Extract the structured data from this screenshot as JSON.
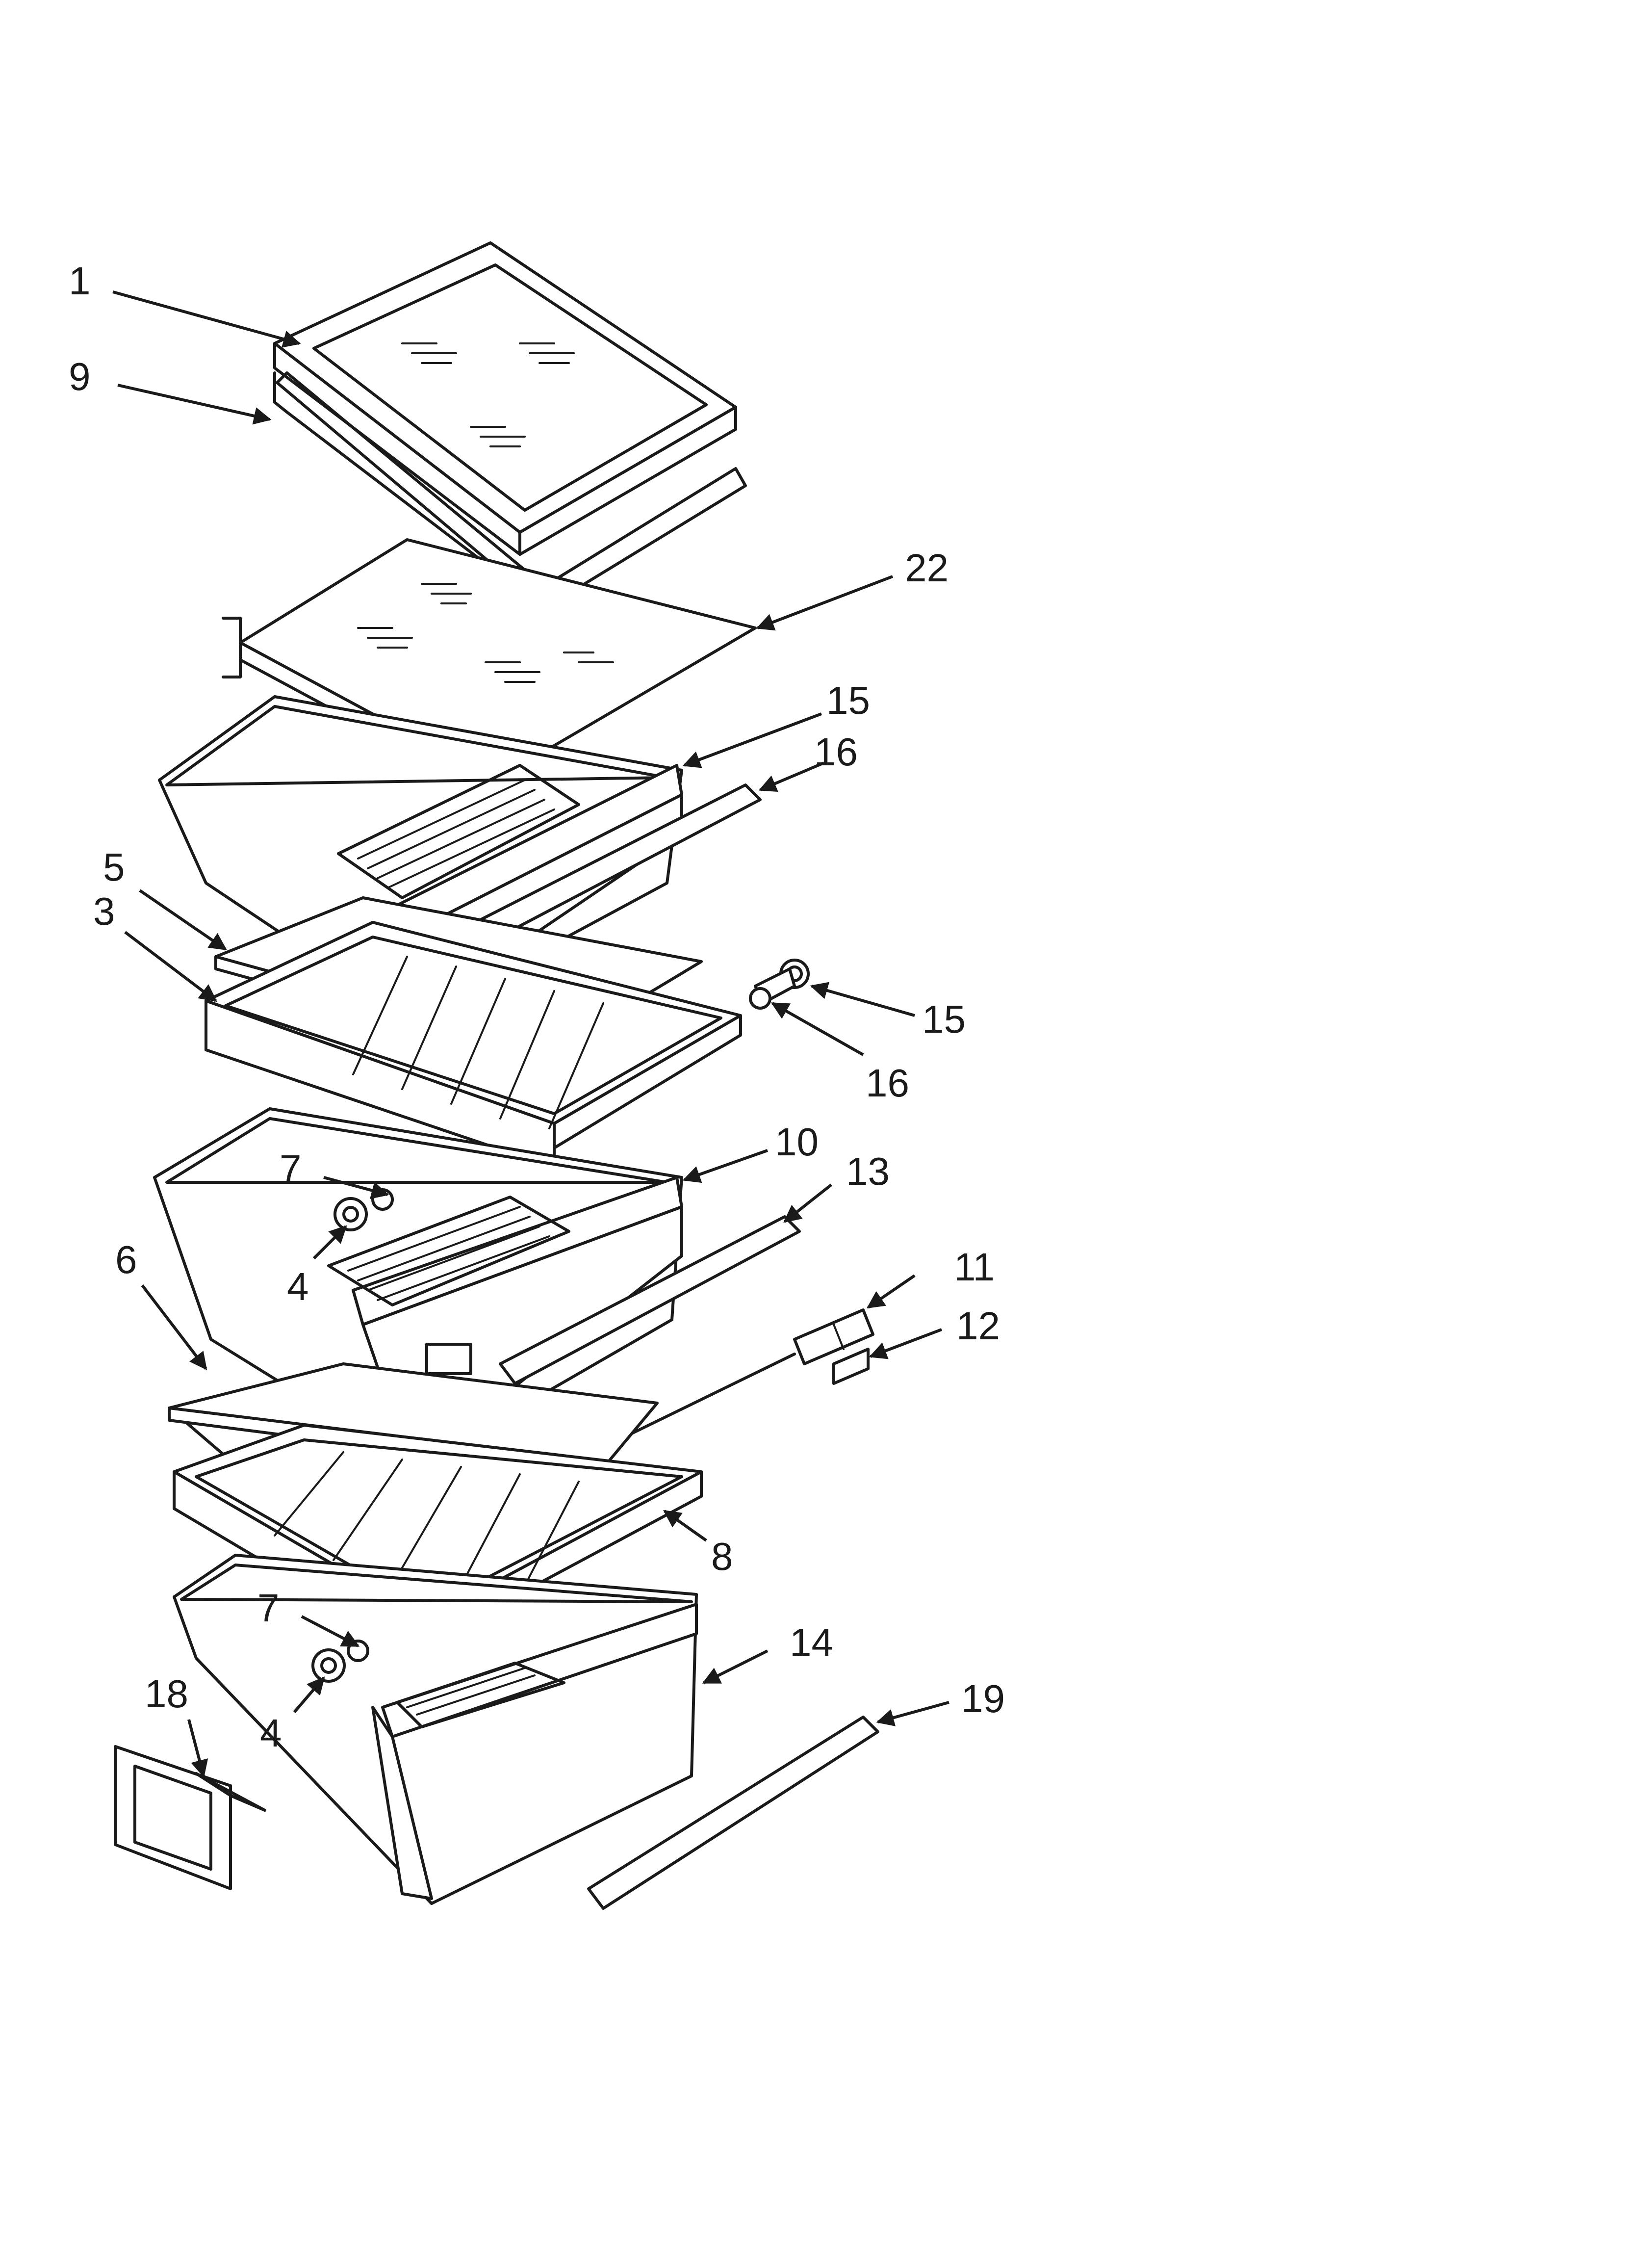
{
  "callouts": {
    "c1": "1",
    "c9": "9",
    "c22": "22",
    "c15a": "15",
    "c16a": "16",
    "c5": "5",
    "c3": "3",
    "c15b": "15",
    "c16b": "16",
    "c7a": "7",
    "c10": "10",
    "c13": "13",
    "c4a": "4",
    "c6": "6",
    "c11": "11",
    "c12": "12",
    "c8": "8",
    "c7b": "7",
    "c14": "14",
    "c18": "18",
    "c4b": "4",
    "c19": "19"
  }
}
